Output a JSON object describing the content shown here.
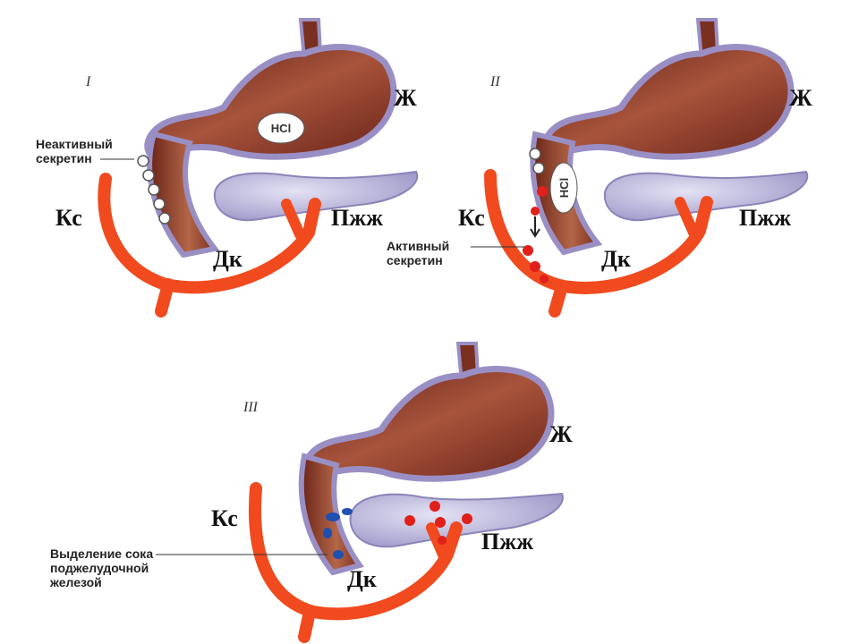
{
  "panels": [
    {
      "numeral": "I",
      "stomach": "Ж",
      "pancreas": "Пжж",
      "duodenum": "Дк",
      "vessel": "Кс",
      "acid": "HCl",
      "note": [
        "Неактивный",
        "секретин"
      ]
    },
    {
      "numeral": "II",
      "stomach": "Ж",
      "pancreas": "Пжж",
      "duodenum": "Дк",
      "vessel": "Кс",
      "acid": "HCl",
      "note": [
        "Активный",
        "секретин"
      ]
    },
    {
      "numeral": "III",
      "stomach": "Ж",
      "pancreas": "Пжж",
      "duodenum": "Дк",
      "vessel": "Кс",
      "note": [
        "Выделение сока",
        "поджелудочной",
        "железой"
      ]
    }
  ],
  "colors": {
    "vessel": "#f04a1e",
    "stomach_wall": "#9a8fc4",
    "stomach_inner": "#8a3a28",
    "pancreas": "#b9b6dc",
    "secretin_active": "#e0201a",
    "juice": "#1f4fb0"
  }
}
